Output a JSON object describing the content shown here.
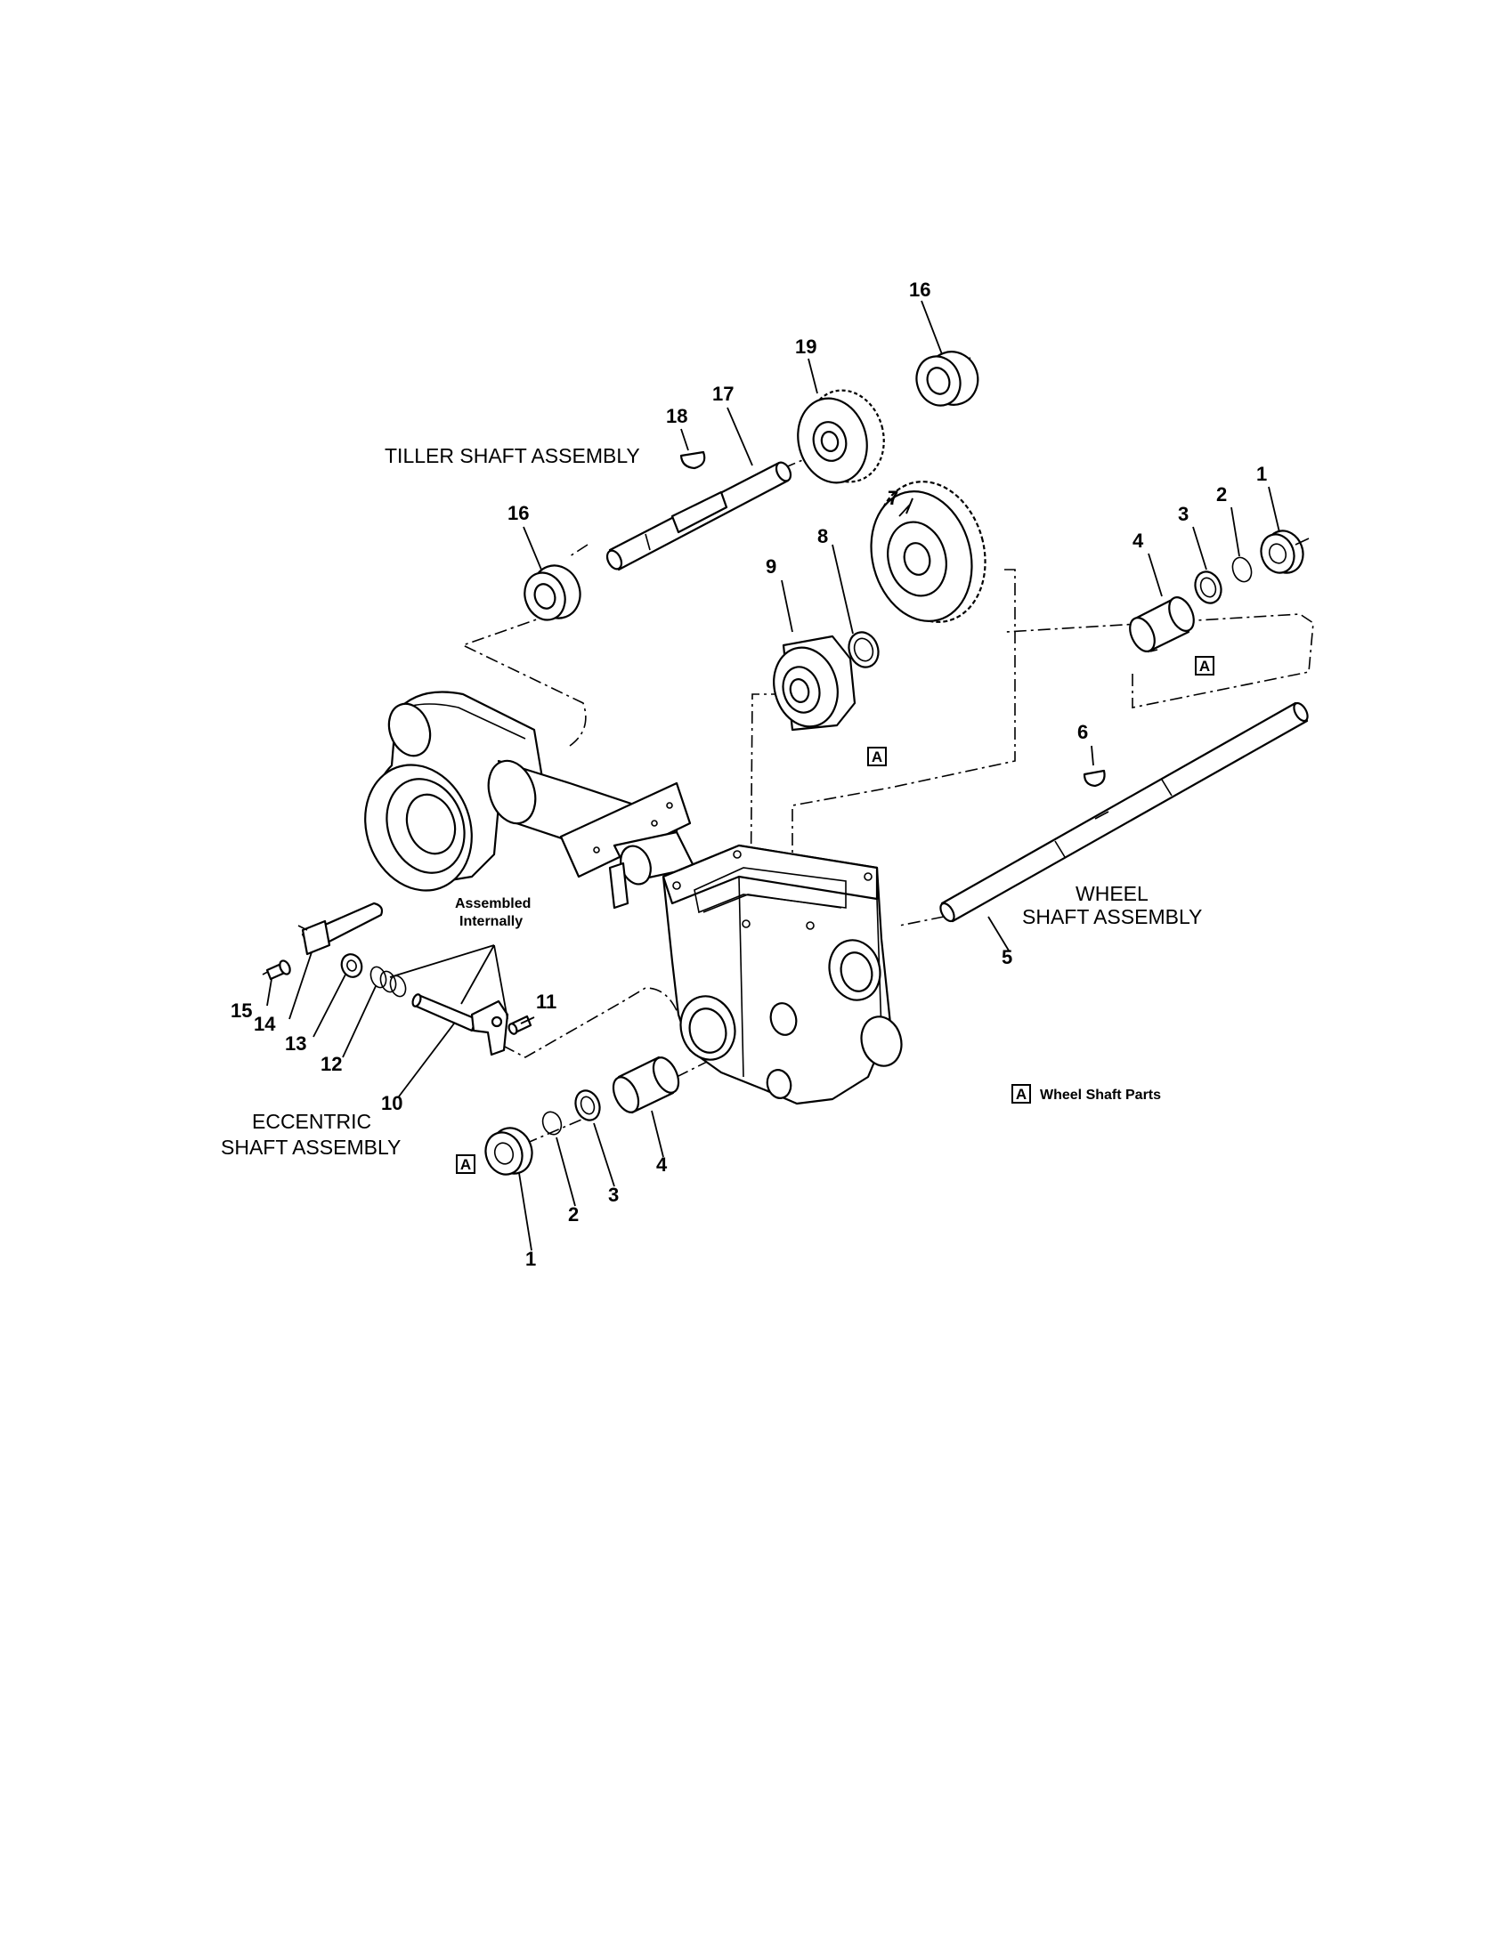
{
  "labels": {
    "tiller_shaft_assembly": "TILLER SHAFT ASSEMBLY",
    "wheel_line1": "WHEEL",
    "wheel_line2": "SHAFT ASSEMBLY",
    "eccentric_line1": "ECCENTRIC",
    "eccentric_line2": "SHAFT ASSEMBLY",
    "assembled_line1": "Assembled",
    "assembled_line2": "Internally",
    "legend_box": "A",
    "legend_text": "Wheel Shaft Parts"
  },
  "box_marker": "A",
  "callouts": {
    "c16_top": "16",
    "c19": "19",
    "c17": "17",
    "c18": "18",
    "c16_left": "16",
    "c7": "7",
    "c8": "8",
    "c9": "9",
    "c4_right": "4",
    "c3_right": "3",
    "c2_right": "2",
    "c1_right": "1",
    "c6": "6",
    "c5": "5",
    "c11": "11",
    "c15": "15",
    "c14": "14",
    "c13": "13",
    "c12": "12",
    "c10": "10",
    "c1_bottom": "1",
    "c2_bottom": "2",
    "c3_bottom": "3",
    "c4_bottom": "4"
  }
}
